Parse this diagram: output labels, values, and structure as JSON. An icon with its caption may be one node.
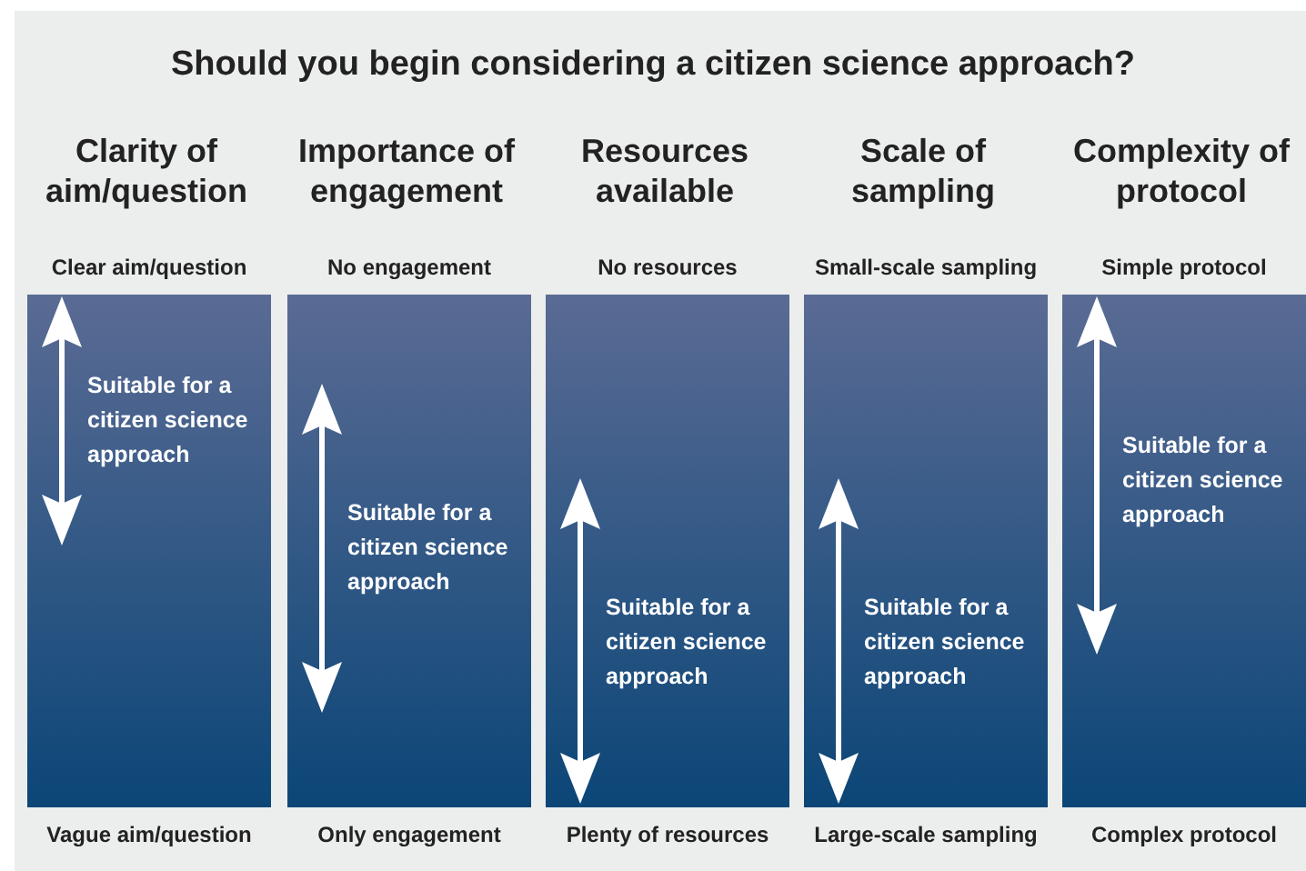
{
  "diagram": {
    "title": "Should you begin considering a citizen science approach?",
    "nodes": [
      {
        "text": [
          "Clarity of aim/question",
          "Suitable for a citizen science approach"
        ],
        "beside": [
          "Clear aim/question",
          "Vague aim/question"
        ]
      },
      {
        "text": [
          "Importance of engagement",
          "Suitable for a citizen science approach"
        ],
        "beside": [
          "No engagement",
          "Only engagement"
        ]
      },
      {
        "text": [
          "Resources available",
          "Suitable for a citizen science approach"
        ],
        "beside": [
          "No resources",
          "Plenty of resources"
        ]
      },
      {
        "text": [
          "Scale of sampling",
          "Suitable for a citizen science approach"
        ],
        "beside": [
          "Small-scale sampling",
          "Large-scale sampling"
        ]
      },
      {
        "text": [
          "Complexity of protocol",
          "Suitable for a citizen science approach"
        ],
        "beside": [
          "Simple protocol",
          "Complex protocol"
        ]
      }
    ],
    "edges": []
  }
}
